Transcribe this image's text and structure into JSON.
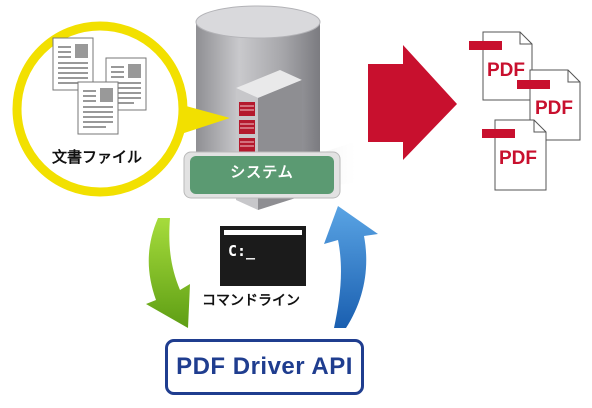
{
  "labels": {
    "documents": "文書ファイル",
    "system": "システム",
    "command_line": "コマンドライン",
    "api": "PDF Driver API",
    "prompt": "C:_",
    "pdf_1": "PDF",
    "pdf_2": "PDF",
    "pdf_3": "PDF"
  },
  "icons": [
    "document-icon",
    "database-icon",
    "server-icon",
    "terminal-icon",
    "pdf-file-icon",
    "arrow-icon"
  ],
  "colors": {
    "highlight_ring": "#f2e000",
    "system_badge": "#5b9a72",
    "output_arrow": "#c8102e",
    "api_border": "#1f3d8f",
    "input_arrow": "#8cbf2a",
    "return_arrow": "#2c6fc0"
  }
}
